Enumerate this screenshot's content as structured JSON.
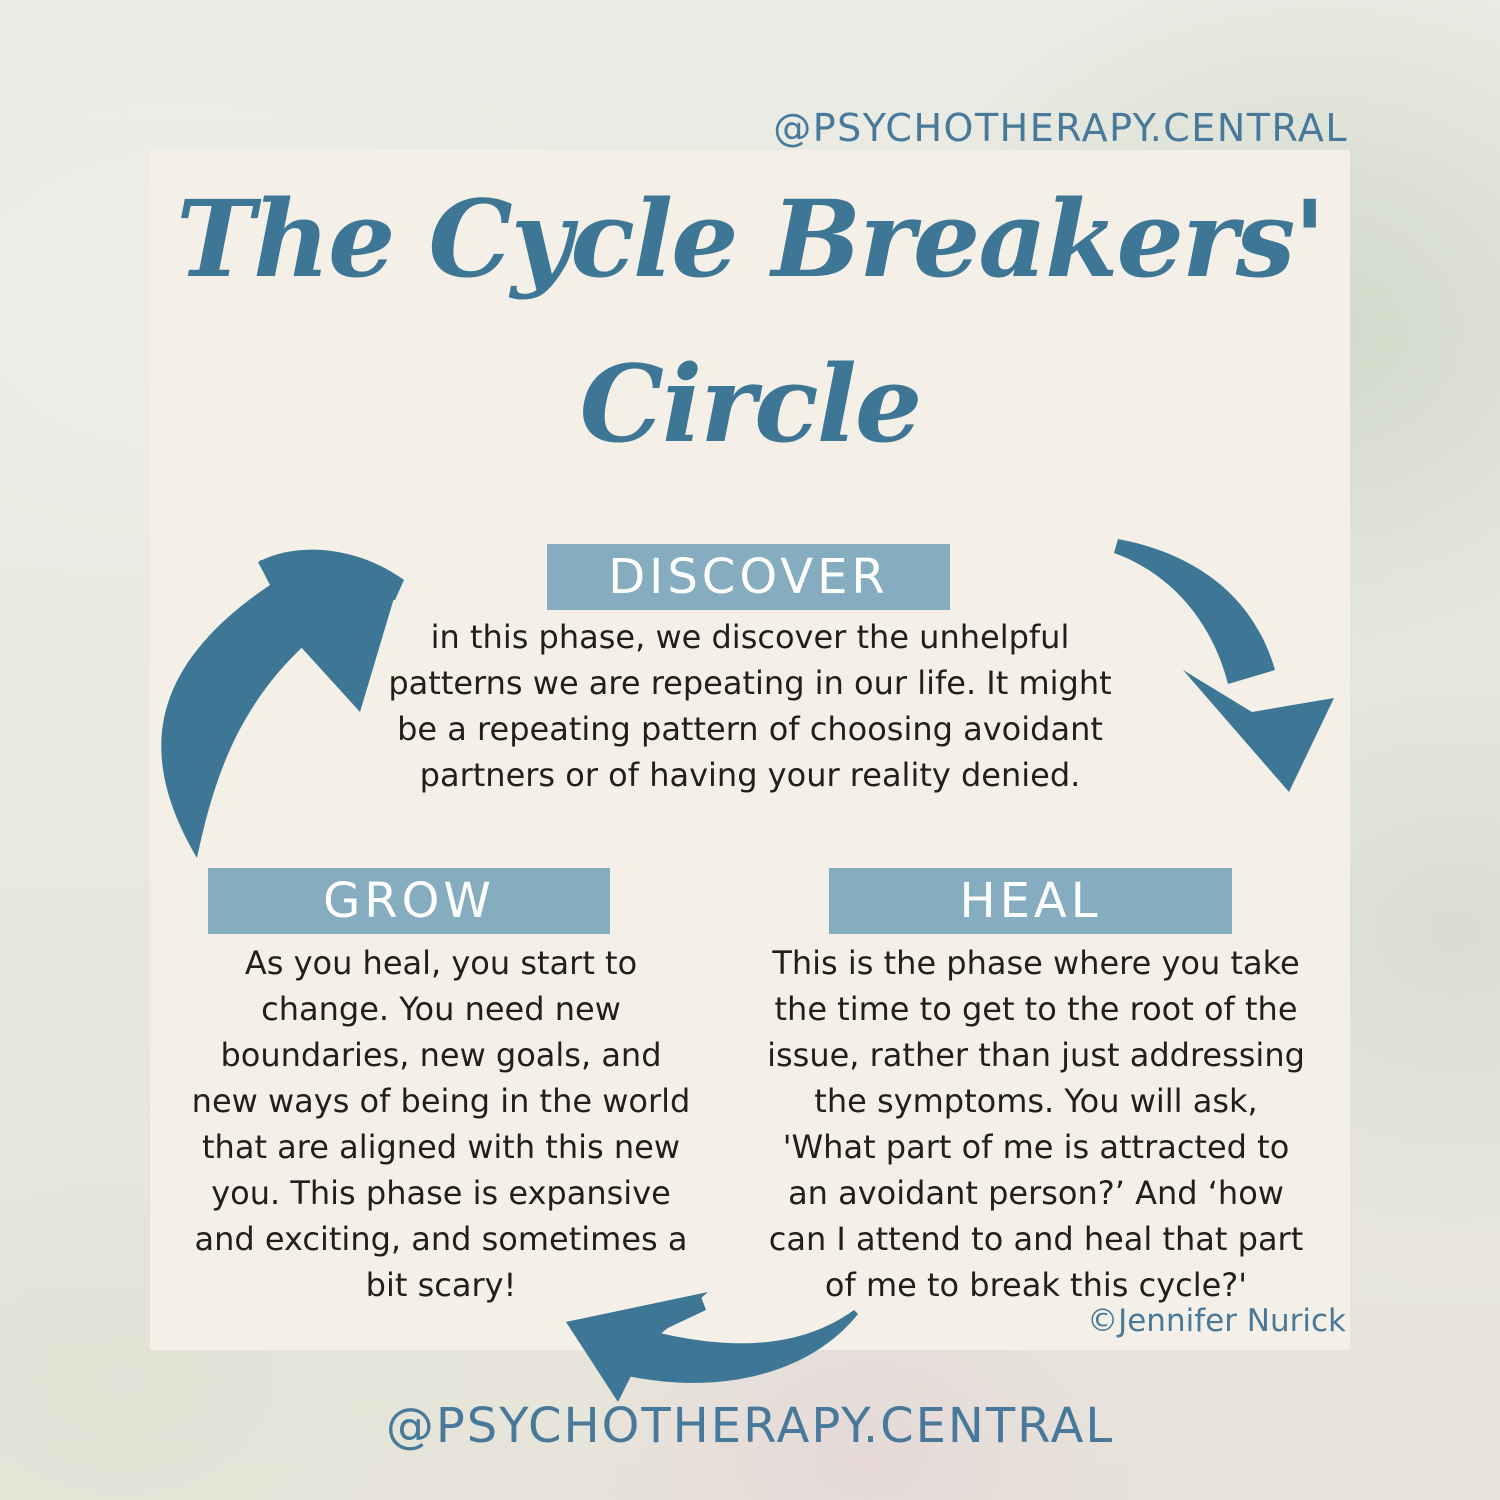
{
  "header": {
    "handle": "@PSYCHOTHERAPY.CENTRAL"
  },
  "title": {
    "line1": "The Cycle Breakers'",
    "line2": "Circle"
  },
  "phases": [
    {
      "label": "DISCOVER",
      "description": "in this phase, we discover the unhelpful\npatterns we are repeating in our life. It might\nbe a repeating pattern of choosing avoidant\npartners or of having your reality denied."
    },
    {
      "label": "GROW",
      "description": "As you heal, you start to\nchange. You need new\nboundaries, new goals, and\nnew ways of being in the world\nthat are aligned with this new\nyou. This phase is expansive\nand exciting, and sometimes a\nbit scary!"
    },
    {
      "label": "HEAL",
      "description": "This is the phase where you take\nthe time to get to the root of the\nissue, rather than just addressing\nthe symptoms. You will ask,\n'What part of me is attracted to\nan avoidant person?’ And ‘how\ncan I attend to and heal that part\nof me to break this cycle?'"
    }
  ],
  "diagram": {
    "type": "cycle",
    "arrows": [
      {
        "icon": "curved-arrow-up-right-icon",
        "from": "GROW",
        "to": "DISCOVER"
      },
      {
        "icon": "curved-arrow-down-right-icon",
        "from": "DISCOVER",
        "to": "HEAL"
      },
      {
        "icon": "curved-arrow-left-icon",
        "from": "HEAL",
        "to": "GROW"
      }
    ]
  },
  "footer": {
    "credit": "©Jennifer Nurick",
    "handle": "@PSYCHOTHERAPY.CENTRAL"
  },
  "colors": {
    "accent": "#3D7795",
    "bar": "#86ACC0",
    "handle": "#48799B",
    "ink": "#201F1D",
    "card": "#F5F0E7"
  }
}
